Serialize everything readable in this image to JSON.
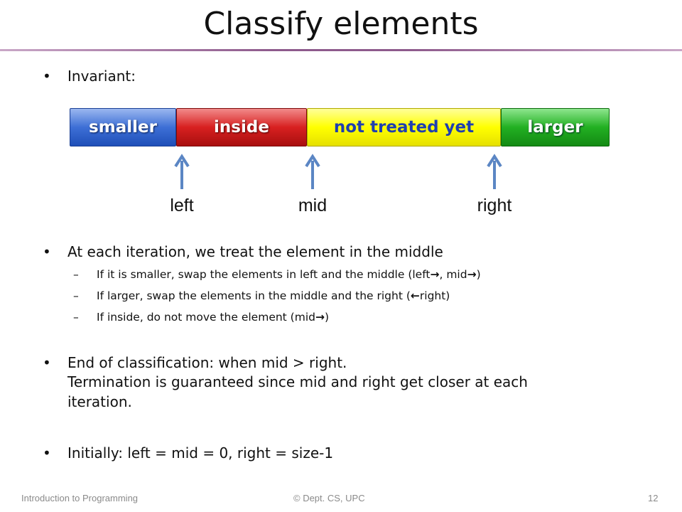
{
  "slide": {
    "title": "Classify elements",
    "bullets": {
      "invariant": "Invariant:",
      "iteration": "At each iteration, we treat the element in the middle",
      "end_line1": "End of classification: when mid > right.",
      "end_line2": "Termination is guaranteed since mid and right get closer at each",
      "end_line3": "iteration.",
      "initially": "Initially: left = mid = 0, right = size-1"
    },
    "sub_bullets": {
      "smaller_a": "If it is smaller, swap the elements in left and the middle (left",
      "smaller_b": ", mid",
      "smaller_c": ")",
      "larger_a": "If larger, swap the elements in the middle and the right (",
      "larger_b": "right)",
      "inside_a": "If inside, do not move the element (mid",
      "inside_b": ")"
    },
    "symbols": {
      "bullet": "•",
      "dash": "–",
      "arrow_right": "→",
      "arrow_left": "←"
    }
  },
  "diagram": {
    "segments": {
      "smaller": "smaller",
      "inside": "inside",
      "not_treated": "not treated yet",
      "larger": "larger"
    },
    "pointers": {
      "left": "left",
      "mid": "mid",
      "right": "right"
    },
    "colors": {
      "smaller": "#3d6fd6",
      "inside": "#d82020",
      "not_treated": "#ffff00",
      "larger": "#22b022",
      "arrow": "#5b86c4"
    }
  },
  "footer": {
    "left": "Introduction to Programming",
    "center": "© Dept. CS, UPC",
    "page": "12"
  }
}
